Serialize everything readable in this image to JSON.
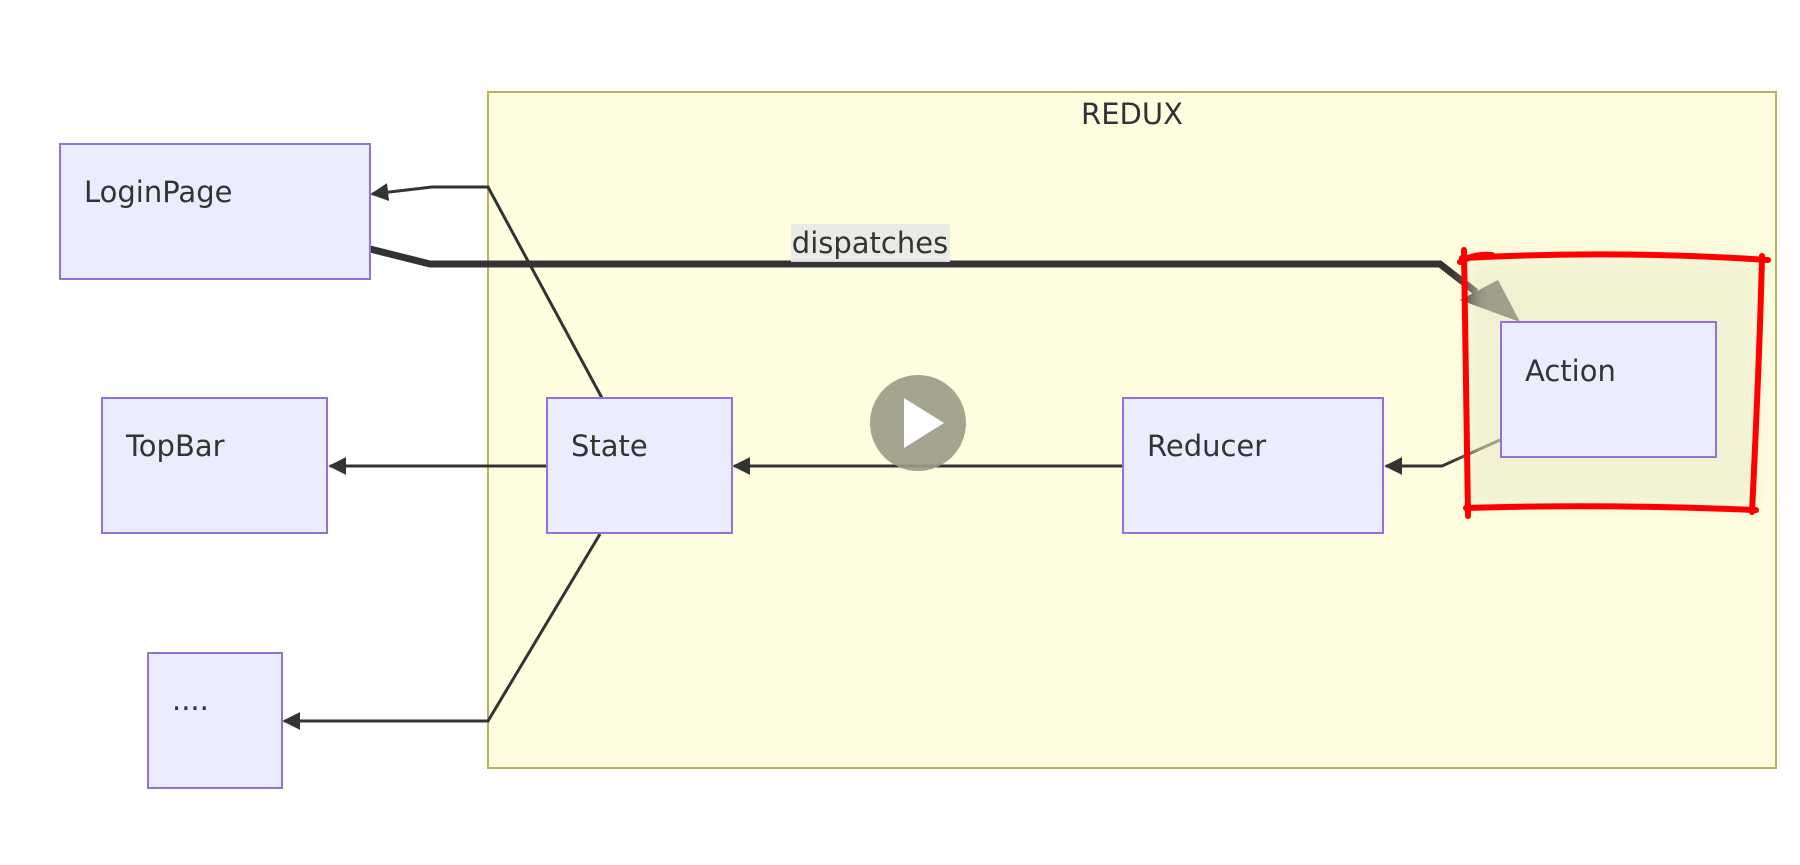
{
  "diagram": {
    "cluster": {
      "label": "REDUX",
      "fill": "#FFFDE0",
      "stroke": "#B9B45A"
    },
    "nodes": {
      "loginpage": "LoginPage",
      "topbar": "TopBar",
      "ellipsis": "....",
      "state": "State",
      "reducer": "Reducer",
      "action": "Action"
    },
    "edge_labels": {
      "dispatches": "dispatches"
    },
    "colors": {
      "node_fill": "#ECECFF",
      "node_stroke": "#9370DB",
      "edge": "#333333",
      "highlight": "#FF0000",
      "play_button": "#9A9A86"
    },
    "icons": {
      "play": "play-icon"
    }
  }
}
